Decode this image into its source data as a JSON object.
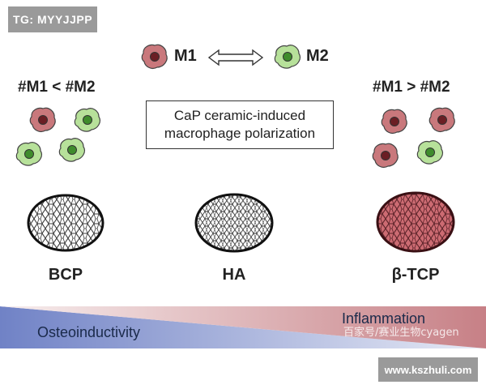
{
  "watermarks": {
    "top_left": "TG: MYYJJPP",
    "bottom_right": "www.kszhuli.com",
    "chinese": "百家号/赛业生物cyagen"
  },
  "legend": {
    "m1_label": "M1",
    "m2_label": "M2"
  },
  "left_ratio": "#M1 < #M2",
  "right_ratio": "#M1 > #M2",
  "title_lines": [
    "CaP ceramic-induced",
    "macrophage polarization"
  ],
  "materials": [
    "BCP",
    "HA",
    "β-TCP"
  ],
  "gradient": {
    "left_label": "Osteoinductivity",
    "right_label": "Inflammation"
  },
  "colors": {
    "m1_body": "#c9787c",
    "m1_nucleus": "#6b1e24",
    "m2_body": "#b7e19a",
    "m2_nucleus": "#3f8c2c",
    "hatp_fill": "#cc6b72",
    "band_blue": "#7c8fcf",
    "band_red": "#c98a8e"
  }
}
